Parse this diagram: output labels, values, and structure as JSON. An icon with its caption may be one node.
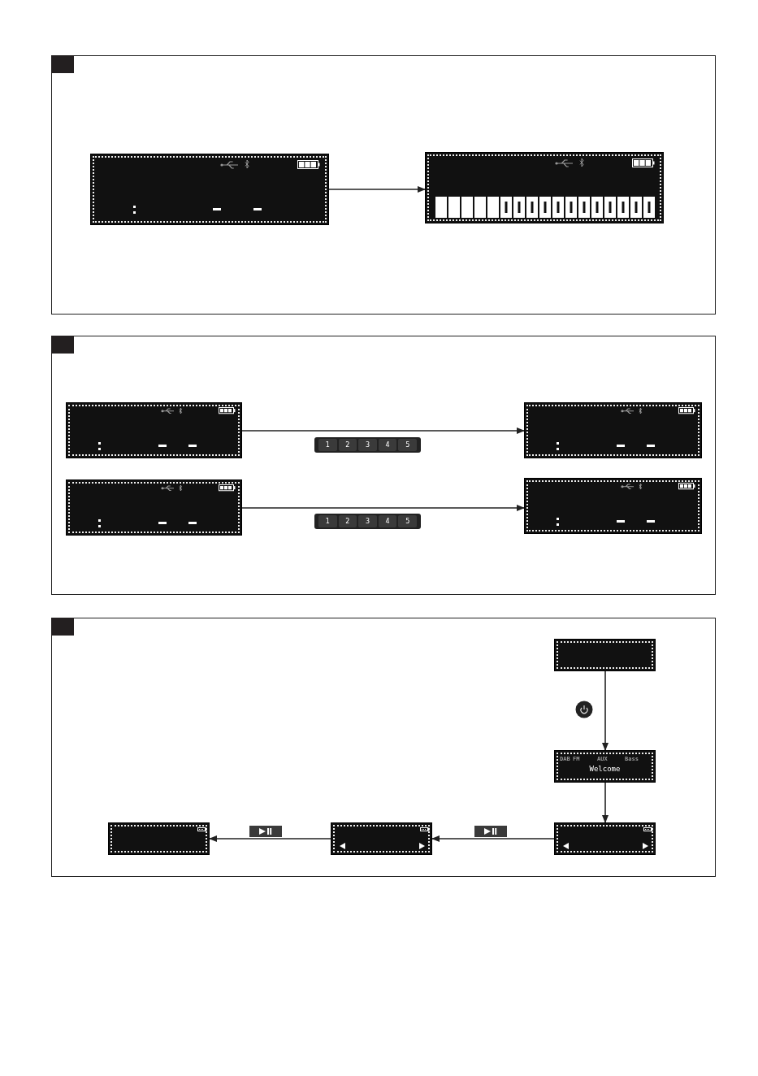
{
  "diagram": {
    "nodes": [
      {
        "text": [],
        "shape": "box"
      },
      {
        "text": [],
        "shape": "box"
      },
      {
        "text": [],
        "shape": "box"
      },
      {
        "text": [],
        "shape": "box"
      },
      {
        "text": [],
        "shape": "box"
      },
      {
        "text": [],
        "shape": "box"
      },
      {
        "text": [],
        "shape": "box"
      },
      {
        "text": [
          "DAB",
          "FM",
          "AUX",
          "Bass",
          "Welcome"
        ]
      },
      {
        "text": [],
        "shape": "box"
      },
      {
        "text": [],
        "shape": "box"
      },
      {
        "text": [],
        "shape": "box"
      }
    ],
    "edges": [
      {
        "from": 0,
        "to": 1,
        "arrow": "to"
      },
      {
        "from": 2,
        "to": 3,
        "arrow": "to"
      },
      {
        "from": 4,
        "to": 5,
        "arrow": "to"
      },
      {
        "from": 6,
        "to": 7,
        "arrow": "to"
      },
      {
        "from": 7,
        "to": 8,
        "arrow": "to"
      },
      {
        "from": 8,
        "to": 9,
        "arrow": "to"
      },
      {
        "from": 9,
        "to": 10,
        "arrow": "to"
      }
    ],
    "labels": [
      "1",
      "2",
      "3",
      "4",
      "5",
      "1",
      "2",
      "3",
      "4",
      "5"
    ]
  }
}
